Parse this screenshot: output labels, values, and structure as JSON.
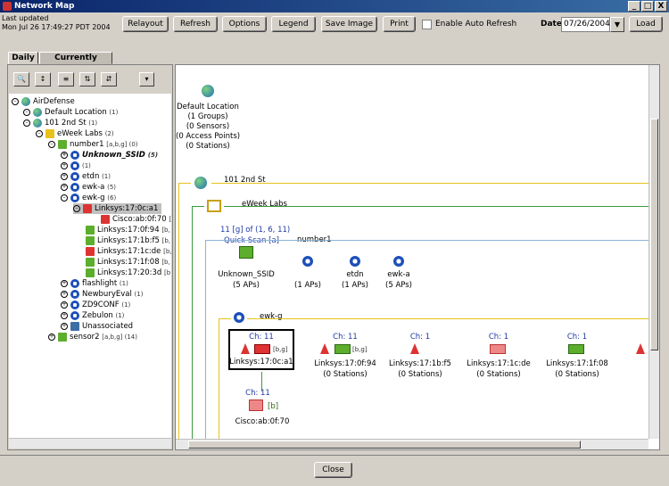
{
  "window": {
    "title": "Network Map",
    "min": "_",
    "max": "□",
    "close": "X"
  },
  "header": {
    "last_updated_label": "Last updated",
    "last_updated_value": "Mon Jul 26 17:49:27 PDT 2004"
  },
  "toolbar": {
    "relayout": "Relayout",
    "refresh": "Refresh",
    "options": "Options",
    "legend": "Legend",
    "save_image": "Save Image",
    "print": "Print",
    "auto_refresh": "Enable Auto Refresh",
    "date_label": "Date",
    "date_value": "07/26/2004",
    "load": "Load"
  },
  "tabs": [
    "Daily",
    "Currently Active"
  ],
  "tree": [
    {
      "label": "AirDefense",
      "extra": ""
    },
    {
      "label": "Default Location",
      "extra": "(1)"
    },
    {
      "label": "101 2nd St",
      "extra": "(1)"
    },
    {
      "label": "eWeek Labs",
      "extra": "(2)"
    },
    {
      "label": "number1",
      "extra": "[a,b,g] (0)"
    },
    {
      "label": "Unknown_SSID",
      "extra": "(5)"
    },
    {
      "label": "",
      "extra": "(1)"
    },
    {
      "label": "etdn",
      "extra": "(1)"
    },
    {
      "label": "ewk-a",
      "extra": "(5)"
    },
    {
      "label": "ewk-g",
      "extra": "(6)"
    },
    {
      "label": "Linksys:17:0c:a1",
      "extra": ""
    },
    {
      "label": "Cisco:ab:0f:70",
      "extra": "["
    },
    {
      "label": "Linksys:17:0f:94",
      "extra": "[b,"
    },
    {
      "label": "Linksys:17:1b:f5",
      "extra": "[b,"
    },
    {
      "label": "Linksys:17:1c:de",
      "extra": "[b,"
    },
    {
      "label": "Linksys:17:1f:08",
      "extra": "[b,"
    },
    {
      "label": "Linksys:17:20:3d",
      "extra": "[b"
    },
    {
      "label": "flashlight",
      "extra": "(1)"
    },
    {
      "label": "NewburyEval",
      "extra": "(1)"
    },
    {
      "label": "ZD9CONF",
      "extra": "(1)"
    },
    {
      "label": "Zebulon",
      "extra": "(1)"
    },
    {
      "label": "Unassociated",
      "extra": ""
    },
    {
      "label": "sensor2",
      "extra": "[a,b,g] (14)"
    }
  ],
  "map": {
    "default_location": {
      "title": "Default Location",
      "groups": "(1 Groups)",
      "sensors": "(0 Sensors)",
      "aps": "(0 Access Points)",
      "stations": "(0 Stations)"
    },
    "site": "101 2nd St",
    "group": "eWeek Labs",
    "sensor_label": "11 [g] of (1, 6, 11)",
    "quick_scan": "Quick Scan [a]",
    "sensor_name": "number1",
    "ssids": [
      {
        "name": "Unknown_SSID",
        "count": "(5 APs)"
      },
      {
        "name": "",
        "count": "(1 APs)"
      },
      {
        "name": "etdn",
        "count": "(1 APs)"
      },
      {
        "name": "ewk-a",
        "count": "(5 APs)"
      }
    ],
    "ssid_group": "ewk-g",
    "aps": [
      {
        "ch": "Ch: 11",
        "name": "Linksys:17:0c:a1",
        "stations": "",
        "mode": "[b,g]"
      },
      {
        "ch": "Ch: 11",
        "name": "Linksys:17:0f:94",
        "stations": "(0 Stations)",
        "mode": "[b,g]"
      },
      {
        "ch": "Ch: 1",
        "name": "Linksys:17:1b:f5",
        "stations": "(0 Stations)",
        "mode": ""
      },
      {
        "ch": "Ch: 1",
        "name": "Linksys:17:1c:de",
        "stations": "(0 Stations)",
        "mode": ""
      },
      {
        "ch": "Ch: 1",
        "name": "Linksys:17:1f:08",
        "stations": "(0 Stations)",
        "mode": ""
      }
    ],
    "station": {
      "ch": "Ch: 11",
      "name": "Cisco:ab:0f:70",
      "mode": "[b]"
    }
  },
  "footer": {
    "close": "Close"
  }
}
